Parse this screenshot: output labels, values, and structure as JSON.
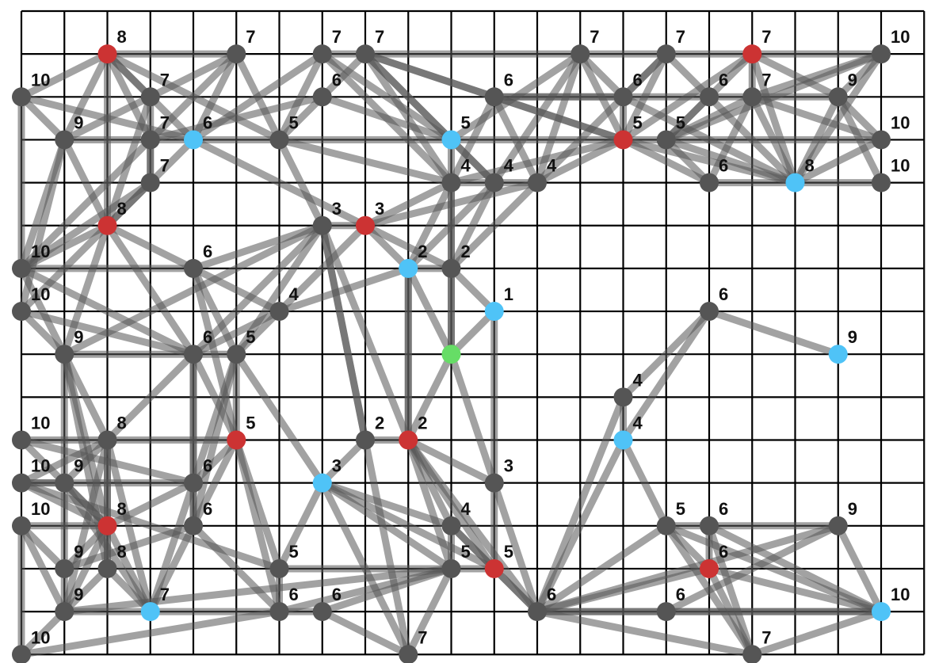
{
  "colors": {
    "background": "#ffffff",
    "grid": "#000000",
    "edge": "#555555",
    "node_default": "#555555",
    "node_red": "#cc3333",
    "node_blue": "#4fc3f7",
    "node_green": "#66dd66"
  },
  "nodes": [
    {
      "id": "n0",
      "label": "8",
      "col": 2,
      "row": 1,
      "kind": "red"
    },
    {
      "id": "n1",
      "label": "7",
      "col": 5,
      "row": 1,
      "kind": "default"
    },
    {
      "id": "n2",
      "label": "7",
      "col": 7,
      "row": 1,
      "kind": "default"
    },
    {
      "id": "n3",
      "label": "7",
      "col": 8,
      "row": 1,
      "kind": "default"
    },
    {
      "id": "n4",
      "label": "7",
      "col": 13,
      "row": 1,
      "kind": "default"
    },
    {
      "id": "n5",
      "label": "7",
      "col": 15,
      "row": 1,
      "kind": "default"
    },
    {
      "id": "n6",
      "label": "7",
      "col": 17,
      "row": 1,
      "kind": "red"
    },
    {
      "id": "n7",
      "label": "10",
      "col": 20,
      "row": 1,
      "kind": "default"
    },
    {
      "id": "n8",
      "label": "10",
      "col": 0,
      "row": 2,
      "kind": "default"
    },
    {
      "id": "n9",
      "label": "7",
      "col": 3,
      "row": 2,
      "kind": "default"
    },
    {
      "id": "n10",
      "label": "6",
      "col": 7,
      "row": 2,
      "kind": "default"
    },
    {
      "id": "n11",
      "label": "6",
      "col": 11,
      "row": 2,
      "kind": "default"
    },
    {
      "id": "n12",
      "label": "6",
      "col": 14,
      "row": 2,
      "kind": "default"
    },
    {
      "id": "n13",
      "label": "6",
      "col": 16,
      "row": 2,
      "kind": "default"
    },
    {
      "id": "n14",
      "label": "7",
      "col": 17,
      "row": 2,
      "kind": "default"
    },
    {
      "id": "n15",
      "label": "9",
      "col": 19,
      "row": 2,
      "kind": "default"
    },
    {
      "id": "n16",
      "label": "9",
      "col": 1,
      "row": 3,
      "kind": "default"
    },
    {
      "id": "n17",
      "label": "7",
      "col": 3,
      "row": 3,
      "kind": "default"
    },
    {
      "id": "n18",
      "label": "6",
      "col": 4,
      "row": 3,
      "kind": "blue"
    },
    {
      "id": "n19",
      "label": "5",
      "col": 6,
      "row": 3,
      "kind": "default"
    },
    {
      "id": "n20",
      "label": "5",
      "col": 10,
      "row": 3,
      "kind": "blue"
    },
    {
      "id": "n21",
      "label": "5",
      "col": 14,
      "row": 3,
      "kind": "red"
    },
    {
      "id": "n22",
      "label": "5",
      "col": 15,
      "row": 3,
      "kind": "default"
    },
    {
      "id": "n23",
      "label": "10",
      "col": 20,
      "row": 3,
      "kind": "default"
    },
    {
      "id": "n24",
      "label": "7",
      "col": 3,
      "row": 4,
      "kind": "default"
    },
    {
      "id": "n25",
      "label": "4",
      "col": 10,
      "row": 4,
      "kind": "default"
    },
    {
      "id": "n26",
      "label": "4",
      "col": 11,
      "row": 4,
      "kind": "default"
    },
    {
      "id": "n27",
      "label": "4",
      "col": 12,
      "row": 4,
      "kind": "default"
    },
    {
      "id": "n28",
      "label": "6",
      "col": 16,
      "row": 4,
      "kind": "default"
    },
    {
      "id": "n29",
      "label": "8",
      "col": 18,
      "row": 4,
      "kind": "blue"
    },
    {
      "id": "n30",
      "label": "10",
      "col": 20,
      "row": 4,
      "kind": "default"
    },
    {
      "id": "n31",
      "label": "8",
      "col": 2,
      "row": 5,
      "kind": "red"
    },
    {
      "id": "n32",
      "label": "3",
      "col": 7,
      "row": 5,
      "kind": "default"
    },
    {
      "id": "n33",
      "label": "3",
      "col": 8,
      "row": 5,
      "kind": "red"
    },
    {
      "id": "n34",
      "label": "10",
      "col": 0,
      "row": 6,
      "kind": "default"
    },
    {
      "id": "n35",
      "label": "6",
      "col": 4,
      "row": 6,
      "kind": "default"
    },
    {
      "id": "n36",
      "label": "2",
      "col": 9,
      "row": 6,
      "kind": "blue"
    },
    {
      "id": "n37",
      "label": "2",
      "col": 10,
      "row": 6,
      "kind": "default"
    },
    {
      "id": "n38",
      "label": "10",
      "col": 0,
      "row": 7,
      "kind": "default"
    },
    {
      "id": "n39",
      "label": "4",
      "col": 6,
      "row": 7,
      "kind": "default"
    },
    {
      "id": "n40",
      "label": "1",
      "col": 11,
      "row": 7,
      "kind": "blue"
    },
    {
      "id": "n41",
      "label": "6",
      "col": 16,
      "row": 7,
      "kind": "default"
    },
    {
      "id": "n42",
      "label": "9",
      "col": 1,
      "row": 8,
      "kind": "default"
    },
    {
      "id": "n43",
      "label": "6",
      "col": 4,
      "row": 8,
      "kind": "default"
    },
    {
      "id": "n44",
      "label": "5",
      "col": 5,
      "row": 8,
      "kind": "default"
    },
    {
      "id": "n45",
      "label": "",
      "col": 10,
      "row": 8,
      "kind": "green"
    },
    {
      "id": "n46",
      "label": "9",
      "col": 19,
      "row": 8,
      "kind": "blue"
    },
    {
      "id": "n47",
      "label": "4",
      "col": 14,
      "row": 9,
      "kind": "default"
    },
    {
      "id": "n48",
      "label": "10",
      "col": 0,
      "row": 10,
      "kind": "default"
    },
    {
      "id": "n49",
      "label": "8",
      "col": 2,
      "row": 10,
      "kind": "default"
    },
    {
      "id": "n50",
      "label": "5",
      "col": 5,
      "row": 10,
      "kind": "red"
    },
    {
      "id": "n51",
      "label": "2",
      "col": 8,
      "row": 10,
      "kind": "default"
    },
    {
      "id": "n52",
      "label": "2",
      "col": 9,
      "row": 10,
      "kind": "red"
    },
    {
      "id": "n53",
      "label": "4",
      "col": 14,
      "row": 10,
      "kind": "blue"
    },
    {
      "id": "n54",
      "label": "10",
      "col": 0,
      "row": 11,
      "kind": "default"
    },
    {
      "id": "n55",
      "label": "9",
      "col": 1,
      "row": 11,
      "kind": "default"
    },
    {
      "id": "n56",
      "label": "6",
      "col": 4,
      "row": 11,
      "kind": "default"
    },
    {
      "id": "n57",
      "label": "3",
      "col": 7,
      "row": 11,
      "kind": "blue"
    },
    {
      "id": "n58",
      "label": "3",
      "col": 11,
      "row": 11,
      "kind": "default"
    },
    {
      "id": "n59",
      "label": "10",
      "col": 0,
      "row": 12,
      "kind": "default"
    },
    {
      "id": "n60",
      "label": "8",
      "col": 2,
      "row": 12,
      "kind": "red"
    },
    {
      "id": "n61",
      "label": "6",
      "col": 4,
      "row": 12,
      "kind": "default"
    },
    {
      "id": "n62",
      "label": "4",
      "col": 10,
      "row": 12,
      "kind": "default"
    },
    {
      "id": "n63",
      "label": "5",
      "col": 15,
      "row": 12,
      "kind": "default"
    },
    {
      "id": "n64",
      "label": "6",
      "col": 16,
      "row": 12,
      "kind": "default"
    },
    {
      "id": "n65",
      "label": "9",
      "col": 19,
      "row": 12,
      "kind": "default"
    },
    {
      "id": "n66",
      "label": "9",
      "col": 1,
      "row": 13,
      "kind": "default"
    },
    {
      "id": "n67",
      "label": "8",
      "col": 2,
      "row": 13,
      "kind": "default"
    },
    {
      "id": "n68",
      "label": "5",
      "col": 6,
      "row": 13,
      "kind": "default"
    },
    {
      "id": "n69",
      "label": "5",
      "col": 10,
      "row": 13,
      "kind": "default"
    },
    {
      "id": "n70",
      "label": "5",
      "col": 11,
      "row": 13,
      "kind": "red"
    },
    {
      "id": "n71",
      "label": "6",
      "col": 16,
      "row": 13,
      "kind": "red"
    },
    {
      "id": "n72",
      "label": "9",
      "col": 1,
      "row": 14,
      "kind": "default"
    },
    {
      "id": "n73",
      "label": "7",
      "col": 3,
      "row": 14,
      "kind": "blue"
    },
    {
      "id": "n74",
      "label": "6",
      "col": 6,
      "row": 14,
      "kind": "default"
    },
    {
      "id": "n75",
      "label": "6",
      "col": 7,
      "row": 14,
      "kind": "default"
    },
    {
      "id": "n76",
      "label": "6",
      "col": 12,
      "row": 14,
      "kind": "default"
    },
    {
      "id": "n77",
      "label": "6",
      "col": 15,
      "row": 14,
      "kind": "default"
    },
    {
      "id": "n78",
      "label": "10",
      "col": 20,
      "row": 14,
      "kind": "blue"
    },
    {
      "id": "n79",
      "label": "10",
      "col": 0,
      "row": 15,
      "kind": "default"
    },
    {
      "id": "n80",
      "label": "7",
      "col": 9,
      "row": 15,
      "kind": "default"
    },
    {
      "id": "n81",
      "label": "7",
      "col": 17,
      "row": 15,
      "kind": "default"
    }
  ],
  "edges": [
    [
      "n0",
      "n1"
    ],
    [
      "n0",
      "n8"
    ],
    [
      "n0",
      "n9"
    ],
    [
      "n0",
      "n16"
    ],
    [
      "n0",
      "n17"
    ],
    [
      "n0",
      "n18"
    ],
    [
      "n0",
      "n19"
    ],
    [
      "n0",
      "n31"
    ],
    [
      "n1",
      "n9"
    ],
    [
      "n1",
      "n18"
    ],
    [
      "n1",
      "n19"
    ],
    [
      "n1",
      "n17"
    ],
    [
      "n2",
      "n3"
    ],
    [
      "n2",
      "n19"
    ],
    [
      "n2",
      "n18"
    ],
    [
      "n2",
      "n25"
    ],
    [
      "n2",
      "n20"
    ],
    [
      "n3",
      "n20"
    ],
    [
      "n3",
      "n25"
    ],
    [
      "n3",
      "n26"
    ],
    [
      "n3",
      "n11"
    ],
    [
      "n3",
      "n21"
    ],
    [
      "n3",
      "n4"
    ],
    [
      "n10",
      "n19"
    ],
    [
      "n10",
      "n17"
    ],
    [
      "n10",
      "n20"
    ],
    [
      "n10",
      "n3"
    ],
    [
      "n4",
      "n5"
    ],
    [
      "n4",
      "n21"
    ],
    [
      "n4",
      "n26"
    ],
    [
      "n4",
      "n27"
    ],
    [
      "n4",
      "n12"
    ],
    [
      "n4",
      "n20"
    ],
    [
      "n5",
      "n6"
    ],
    [
      "n5",
      "n12"
    ],
    [
      "n5",
      "n21"
    ],
    [
      "n5",
      "n27"
    ],
    [
      "n5",
      "n13"
    ],
    [
      "n6",
      "n7"
    ],
    [
      "n6",
      "n14"
    ],
    [
      "n6",
      "n22"
    ],
    [
      "n6",
      "n29"
    ],
    [
      "n6",
      "n15"
    ],
    [
      "n6",
      "n21"
    ],
    [
      "n7",
      "n15"
    ],
    [
      "n7",
      "n22"
    ],
    [
      "n7",
      "n14"
    ],
    [
      "n7",
      "n29"
    ],
    [
      "n8",
      "n16"
    ],
    [
      "n8",
      "n18"
    ],
    [
      "n8",
      "n34"
    ],
    [
      "n9",
      "n24"
    ],
    [
      "n9",
      "n16"
    ],
    [
      "n9",
      "n31"
    ],
    [
      "n11",
      "n21"
    ],
    [
      "n11",
      "n25"
    ],
    [
      "n11",
      "n27"
    ],
    [
      "n11",
      "n12"
    ],
    [
      "n11",
      "n13"
    ],
    [
      "n12",
      "n29"
    ],
    [
      "n12",
      "n21"
    ],
    [
      "n13",
      "n22"
    ],
    [
      "n13",
      "n29"
    ],
    [
      "n13",
      "n15"
    ],
    [
      "n14",
      "n28"
    ],
    [
      "n14",
      "n29"
    ],
    [
      "n14",
      "n23"
    ],
    [
      "n14",
      "n22"
    ],
    [
      "n15",
      "n29"
    ],
    [
      "n15",
      "n30"
    ],
    [
      "n15",
      "n23"
    ],
    [
      "n16",
      "n17"
    ],
    [
      "n16",
      "n31"
    ],
    [
      "n16",
      "n34"
    ],
    [
      "n16",
      "n38"
    ],
    [
      "n17",
      "n18"
    ],
    [
      "n17",
      "n24"
    ],
    [
      "n17",
      "n34"
    ],
    [
      "n18",
      "n19"
    ],
    [
      "n18",
      "n33"
    ],
    [
      "n18",
      "n31"
    ],
    [
      "n19",
      "n20"
    ],
    [
      "n19",
      "n25"
    ],
    [
      "n19",
      "n32"
    ],
    [
      "n20",
      "n21"
    ],
    [
      "n20",
      "n25"
    ],
    [
      "n20",
      "n26"
    ],
    [
      "n21",
      "n22"
    ],
    [
      "n21",
      "n27"
    ],
    [
      "n21",
      "n28"
    ],
    [
      "n21",
      "n29"
    ],
    [
      "n21",
      "n25"
    ],
    [
      "n22",
      "n23"
    ],
    [
      "n22",
      "n28"
    ],
    [
      "n22",
      "n29"
    ],
    [
      "n24",
      "n31"
    ],
    [
      "n24",
      "n34"
    ],
    [
      "n25",
      "n26"
    ],
    [
      "n25",
      "n33"
    ],
    [
      "n25",
      "n36"
    ],
    [
      "n25",
      "n37"
    ],
    [
      "n25",
      "n45"
    ],
    [
      "n26",
      "n27"
    ],
    [
      "n26",
      "n36"
    ],
    [
      "n26",
      "n37"
    ],
    [
      "n27",
      "n37"
    ],
    [
      "n27",
      "n33"
    ],
    [
      "n28",
      "n29"
    ],
    [
      "n29",
      "n30"
    ],
    [
      "n29",
      "n23"
    ],
    [
      "n31",
      "n34"
    ],
    [
      "n31",
      "n35"
    ],
    [
      "n31",
      "n42"
    ],
    [
      "n31",
      "n43"
    ],
    [
      "n31",
      "n38"
    ],
    [
      "n32",
      "n33"
    ],
    [
      "n32",
      "n35"
    ],
    [
      "n32",
      "n42"
    ],
    [
      "n32",
      "n43"
    ],
    [
      "n32",
      "n44"
    ],
    [
      "n32",
      "n51"
    ],
    [
      "n32",
      "n52"
    ],
    [
      "n33",
      "n36"
    ],
    [
      "n33",
      "n37"
    ],
    [
      "n33",
      "n39"
    ],
    [
      "n34",
      "n35"
    ],
    [
      "n34",
      "n43"
    ],
    [
      "n34",
      "n42"
    ],
    [
      "n35",
      "n44"
    ],
    [
      "n35",
      "n50"
    ],
    [
      "n35",
      "n39"
    ],
    [
      "n36",
      "n37"
    ],
    [
      "n36",
      "n39"
    ],
    [
      "n36",
      "n45"
    ],
    [
      "n36",
      "n52"
    ],
    [
      "n37",
      "n40"
    ],
    [
      "n37",
      "n45"
    ],
    [
      "n38",
      "n42"
    ],
    [
      "n38",
      "n43"
    ],
    [
      "n39",
      "n43"
    ],
    [
      "n39",
      "n44"
    ],
    [
      "n40",
      "n45"
    ],
    [
      "n40",
      "n58"
    ],
    [
      "n41",
      "n46"
    ],
    [
      "n41",
      "n47"
    ],
    [
      "n41",
      "n53"
    ],
    [
      "n42",
      "n43"
    ],
    [
      "n42",
      "n49"
    ],
    [
      "n42",
      "n55"
    ],
    [
      "n42",
      "n60"
    ],
    [
      "n42",
      "n67"
    ],
    [
      "n43",
      "n44"
    ],
    [
      "n43",
      "n56"
    ],
    [
      "n43",
      "n50"
    ],
    [
      "n43",
      "n49"
    ],
    [
      "n43",
      "n61"
    ],
    [
      "n44",
      "n50"
    ],
    [
      "n44",
      "n57"
    ],
    [
      "n44",
      "n56"
    ],
    [
      "n44",
      "n61"
    ],
    [
      "n45",
      "n52"
    ],
    [
      "n45",
      "n58"
    ],
    [
      "n47",
      "n53"
    ],
    [
      "n47",
      "n76"
    ],
    [
      "n48",
      "n49"
    ],
    [
      "n48",
      "n56"
    ],
    [
      "n48",
      "n60"
    ],
    [
      "n49",
      "n50"
    ],
    [
      "n49",
      "n60"
    ],
    [
      "n49",
      "n73"
    ],
    [
      "n49",
      "n72"
    ],
    [
      "n49",
      "n55"
    ],
    [
      "n49",
      "n54"
    ],
    [
      "n49",
      "n67"
    ],
    [
      "n50",
      "n56"
    ],
    [
      "n50",
      "n68"
    ],
    [
      "n50",
      "n73"
    ],
    [
      "n50",
      "n74"
    ],
    [
      "n51",
      "n52"
    ],
    [
      "n51",
      "n57"
    ],
    [
      "n51",
      "n80"
    ],
    [
      "n51",
      "n32"
    ],
    [
      "n52",
      "n58"
    ],
    [
      "n52",
      "n62"
    ],
    [
      "n52",
      "n69"
    ],
    [
      "n52",
      "n70"
    ],
    [
      "n52",
      "n76"
    ],
    [
      "n52",
      "n36"
    ],
    [
      "n53",
      "n63"
    ],
    [
      "n53",
      "n76"
    ],
    [
      "n54",
      "n55"
    ],
    [
      "n54",
      "n60"
    ],
    [
      "n54",
      "n56"
    ],
    [
      "n54",
      "n68"
    ],
    [
      "n55",
      "n60"
    ],
    [
      "n55",
      "n66"
    ],
    [
      "n55",
      "n73"
    ],
    [
      "n56",
      "n60"
    ],
    [
      "n56",
      "n61"
    ],
    [
      "n56",
      "n73"
    ],
    [
      "n57",
      "n62"
    ],
    [
      "n57",
      "n68"
    ],
    [
      "n57",
      "n69"
    ],
    [
      "n57",
      "n80"
    ],
    [
      "n57",
      "n70"
    ],
    [
      "n58",
      "n70"
    ],
    [
      "n58",
      "n76"
    ],
    [
      "n59",
      "n60"
    ],
    [
      "n59",
      "n66"
    ],
    [
      "n59",
      "n72"
    ],
    [
      "n60",
      "n66"
    ],
    [
      "n60",
      "n67"
    ],
    [
      "n60",
      "n73"
    ],
    [
      "n60",
      "n72"
    ],
    [
      "n61",
      "n74"
    ],
    [
      "n61",
      "n66"
    ],
    [
      "n62",
      "n69"
    ],
    [
      "n62",
      "n70"
    ],
    [
      "n62",
      "n76"
    ],
    [
      "n63",
      "n64"
    ],
    [
      "n63",
      "n71"
    ],
    [
      "n63",
      "n76"
    ],
    [
      "n63",
      "n78"
    ],
    [
      "n63",
      "n81"
    ],
    [
      "n64",
      "n65"
    ],
    [
      "n64",
      "n71"
    ],
    [
      "n64",
      "n78"
    ],
    [
      "n64",
      "n81"
    ],
    [
      "n65",
      "n76"
    ],
    [
      "n65",
      "n78"
    ],
    [
      "n65",
      "n77"
    ],
    [
      "n66",
      "n72"
    ],
    [
      "n67",
      "n73"
    ],
    [
      "n67",
      "n72"
    ],
    [
      "n68",
      "n69"
    ],
    [
      "n68",
      "n74"
    ],
    [
      "n69",
      "n70"
    ],
    [
      "n69",
      "n72"
    ],
    [
      "n69",
      "n80"
    ],
    [
      "n69",
      "n74"
    ],
    [
      "n69",
      "n75"
    ],
    [
      "n70",
      "n76"
    ],
    [
      "n71",
      "n76"
    ],
    [
      "n71",
      "n81"
    ],
    [
      "n71",
      "n78"
    ],
    [
      "n72",
      "n73"
    ],
    [
      "n73",
      "n74"
    ],
    [
      "n74",
      "n75"
    ],
    [
      "n75",
      "n80"
    ],
    [
      "n76",
      "n77"
    ],
    [
      "n76",
      "n81"
    ],
    [
      "n76",
      "n78"
    ],
    [
      "n77",
      "n78"
    ],
    [
      "n78",
      "n81"
    ],
    [
      "n79",
      "n59"
    ],
    [
      "n79",
      "n72"
    ],
    [
      "n79",
      "n74"
    ]
  ]
}
